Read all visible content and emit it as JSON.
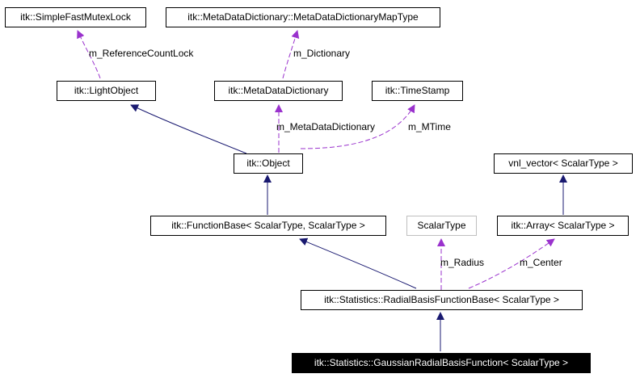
{
  "nodes": {
    "simple_fast_mutex_lock": "itk::SimpleFastMutexLock",
    "meta_data_dictionary_map_type": "itk::MetaDataDictionary::MetaDataDictionaryMapType",
    "light_object": "itk::LightObject",
    "meta_data_dictionary": "itk::MetaDataDictionary",
    "time_stamp": "itk::TimeStamp",
    "object": "itk::Object",
    "vnl_vector": "vnl_vector< ScalarType >",
    "function_base": "itk::FunctionBase< ScalarType, ScalarType >",
    "scalar_type": "ScalarType",
    "array": "itk::Array< ScalarType >",
    "radial_basis_function_base": "itk::Statistics::RadialBasisFunctionBase< ScalarType >",
    "gaussian_radial_basis_function": "itk::Statistics::GaussianRadialBasisFunction< ScalarType >"
  },
  "edge_labels": {
    "reference_count_lock": "m_ReferenceCountLock",
    "dictionary": "m_Dictionary",
    "meta_data_dictionary": "m_MetaDataDictionary",
    "mtime": "m_MTime",
    "radius": "m_Radius",
    "center": "m_Center"
  },
  "colors": {
    "inheritance": "#191970",
    "member": "#9a32cd",
    "node_border": "#000000",
    "external_border": "#bfbfbf",
    "focus_fill": "#000000",
    "focus_text": "#ffffff"
  }
}
